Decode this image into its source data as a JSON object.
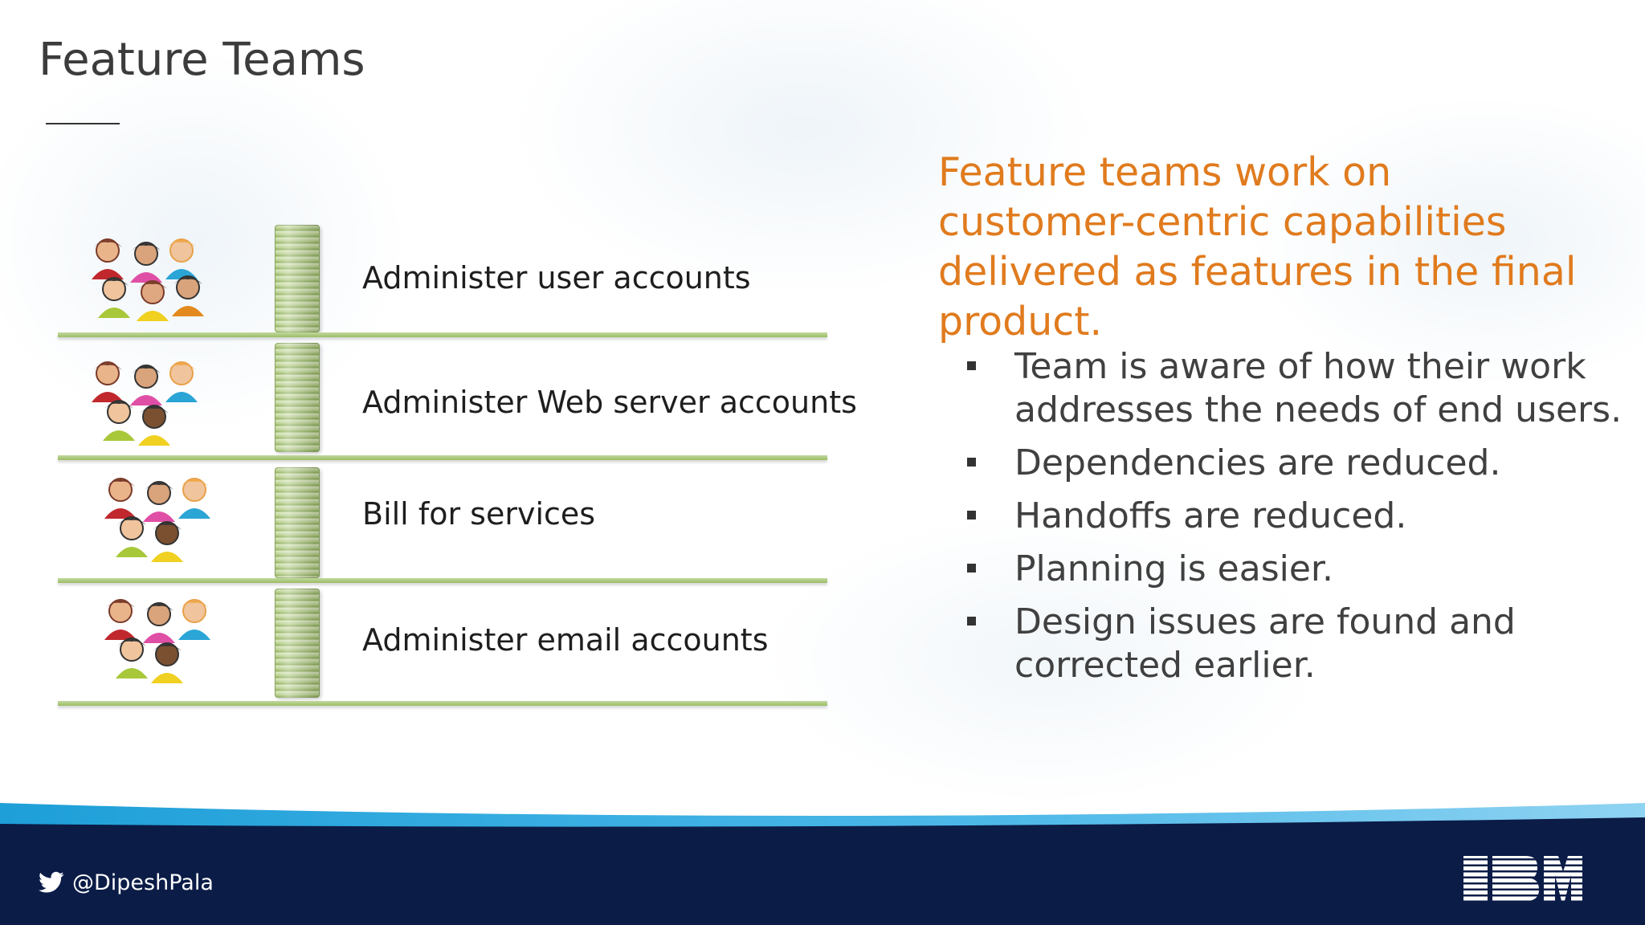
{
  "slide": {
    "title": "Feature Teams",
    "accent_color": "#e07b1e",
    "footer_color": "#0b1c47",
    "line_color": "#9bbd63"
  },
  "rows": [
    {
      "label": "Administer user accounts",
      "people": 6
    },
    {
      "label": "Administer Web server accounts",
      "people": 5
    },
    {
      "label": "Bill for services",
      "people": 5
    },
    {
      "label": "Administer email accounts",
      "people": 5
    }
  ],
  "headline": "Feature teams work on customer-centric capabilities delivered as features in the final product.",
  "bullets": [
    "Team is aware of how their work addresses the needs of end users.",
    "Dependencies are reduced.",
    "Handoffs are reduced.",
    "Planning is easier.",
    "Design issues are found and corrected earlier."
  ],
  "footer": {
    "twitter_icon": "twitter-bird-icon",
    "twitter_handle": "@DipeshPala",
    "logo_icon": "ibm-logo",
    "logo_text": "IBM"
  }
}
